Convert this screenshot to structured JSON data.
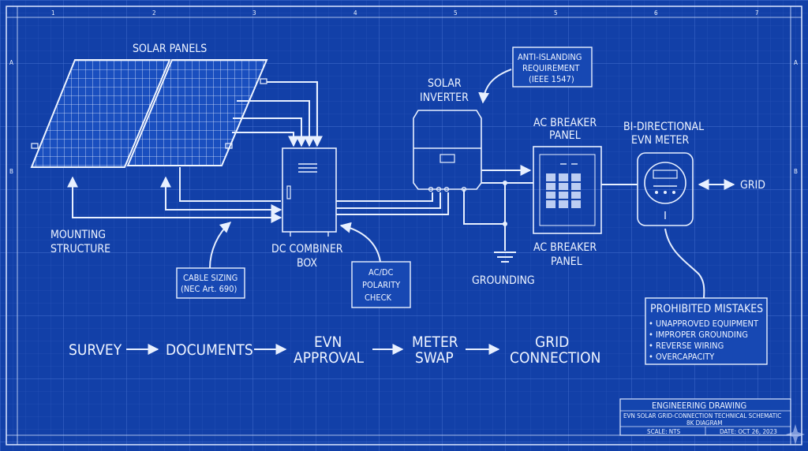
{
  "diagram": {
    "title_block": {
      "heading": "ENGINEERING DRAWING",
      "subtitle": "EVN SOLAR GRID-CONNECTION TECHNICAL SCHEMATIC",
      "subtitle2": "8K DIAGRAM",
      "scale": "SCALE: NTS",
      "date": "DATE: OCT 26, 2023"
    },
    "frame": {
      "columns": [
        "1",
        "2",
        "3",
        "4",
        "5",
        "5",
        "6",
        "7"
      ],
      "rows": [
        "A",
        "B"
      ]
    },
    "components": {
      "solar_panels": "SOLAR PANELS",
      "mounting": [
        "MOUNTING",
        "STRUCTURE"
      ],
      "combiner": [
        "DC COMBINER",
        "BOX"
      ],
      "inverter": [
        "SOLAR",
        "INVERTER"
      ],
      "breaker_top": [
        "AC BREAKER",
        "PANEL"
      ],
      "breaker_bottom": [
        "AC BREAKER",
        "PANEL"
      ],
      "meter": [
        "BI-DIRECTIONAL",
        "EVN METER"
      ],
      "grounding": "GROUNDING",
      "grid": "GRID"
    },
    "callouts": {
      "anti_islanding": [
        "ANTI-ISLANDING",
        "REQUIREMENT",
        "(IEEE 1547)"
      ],
      "cable_sizing": [
        "CABLE SIZING",
        "(NEC Art. 690)"
      ],
      "polarity": [
        "AC/DC",
        "POLARITY",
        "CHECK"
      ]
    },
    "prohibited": {
      "title": "PROHIBITED MISTAKES",
      "items": [
        "• UNAPPROVED EQUIPMENT",
        "• IMPROPER GROUNDING",
        "• REVERSE WIRING",
        "• OVERCAPACITY"
      ]
    },
    "process": [
      [
        "SURVEY"
      ],
      [
        "DOCUMENTS"
      ],
      [
        "EVN",
        "APPROVAL"
      ],
      [
        "METER",
        "SWAP"
      ],
      [
        "GRID",
        "CONNECTION"
      ]
    ],
    "colors": {
      "background": "#1240a8",
      "line": "#e8f0ff",
      "grid": "#3a63c4"
    }
  }
}
